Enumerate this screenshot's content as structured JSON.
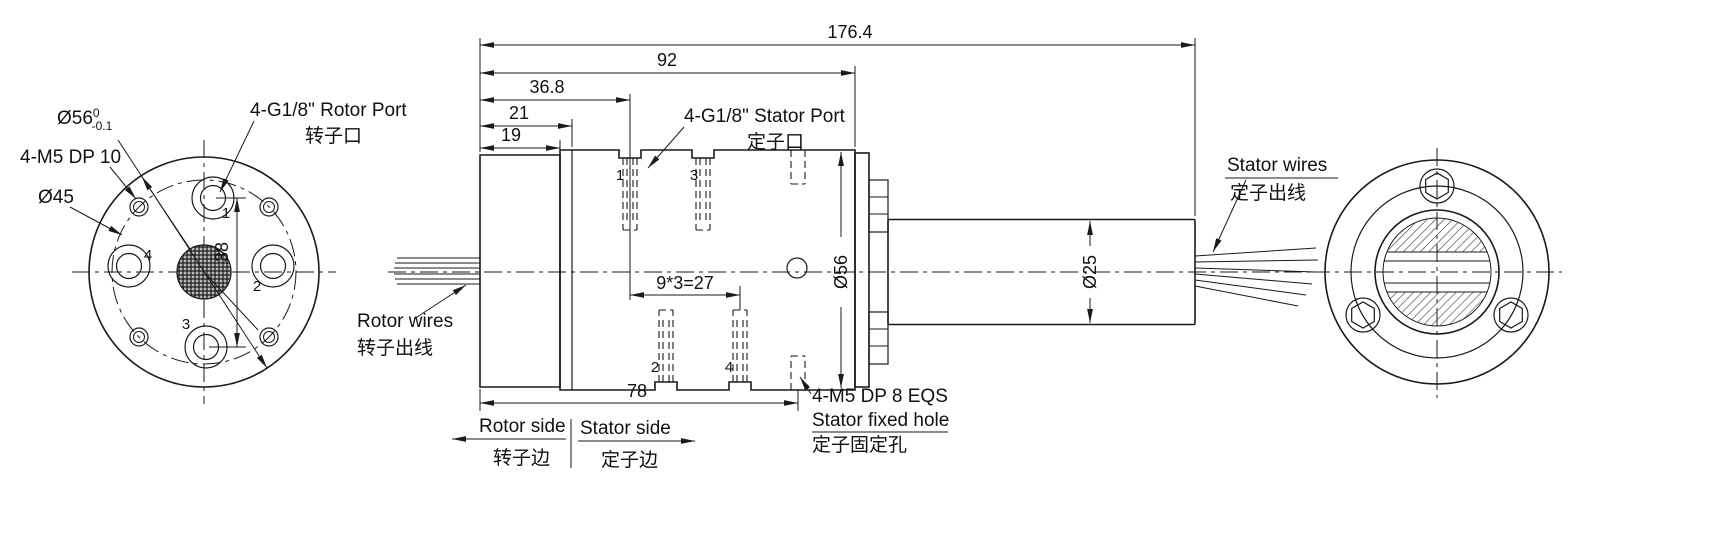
{
  "colors": {
    "line": "#1a1a1a",
    "background": "#ffffff"
  },
  "left_view": {
    "dia56_label": "Ø56",
    "dia56_tol_upper": "0",
    "dia56_tol_lower": "-0.1",
    "m5_label": "4-M5 DP 10",
    "dia45_label": "Ø45",
    "rotor_port_label_en": "4-G1/8\" Rotor Port",
    "rotor_port_label_cn": "转子口",
    "dim_38": "38",
    "port_numbers": [
      "1",
      "2",
      "3",
      "4"
    ]
  },
  "side_view": {
    "dim_total_length": "176.4",
    "dim_92": "92",
    "dim_36_8": "36.8",
    "dim_21": "21",
    "dim_19": "19",
    "dim_78": "78",
    "dim_port_pitch": "9*3=27",
    "dia_body": "Ø56",
    "dia_shaft": "Ø25",
    "stator_port_label_en": "4-G1/8\" Stator Port",
    "stator_port_label_cn": "定子口",
    "rotor_wires_label_en": "Rotor wires",
    "rotor_wires_label_cn": "转子出线",
    "stator_wires_label_en": "Stator wires",
    "stator_wires_label_cn": "定子出线",
    "rotor_side_label_en": "Rotor side",
    "rotor_side_label_cn": "转子边",
    "stator_side_label_en": "Stator side",
    "stator_side_label_cn": "定子边",
    "fixed_hole_line1": "4-M5 DP 8 EQS",
    "fixed_hole_line2": "Stator fixed hole",
    "fixed_hole_line3_cn": "定子固定孔",
    "port_numbers_top": [
      "1",
      "3"
    ],
    "port_numbers_bottom": [
      "2",
      "4"
    ]
  }
}
